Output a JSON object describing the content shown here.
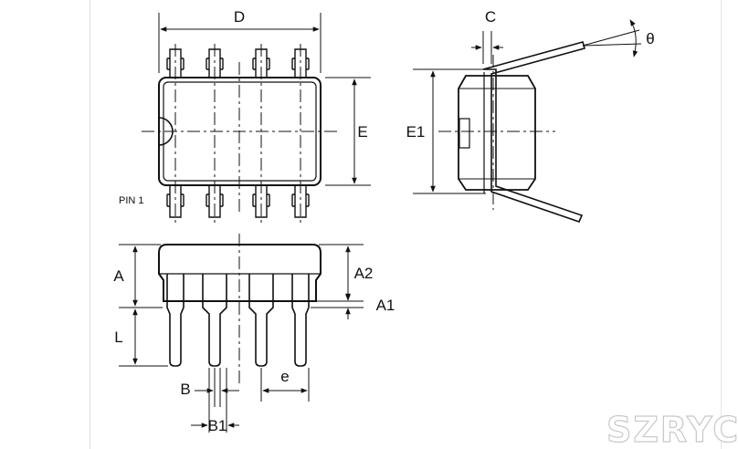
{
  "labels": {
    "D": "D",
    "E": "E",
    "E1": "E1",
    "C": "C",
    "theta": "θ",
    "pin1": "PIN 1",
    "A": "A",
    "A2": "A2",
    "A1": "A1",
    "L": "L",
    "B": "B",
    "B1": "B1",
    "e": "e"
  },
  "watermark": "SZRYC",
  "colors": {
    "line": "#111111",
    "background": "#ffffff",
    "watermark_outline": "#c8c8c8"
  }
}
